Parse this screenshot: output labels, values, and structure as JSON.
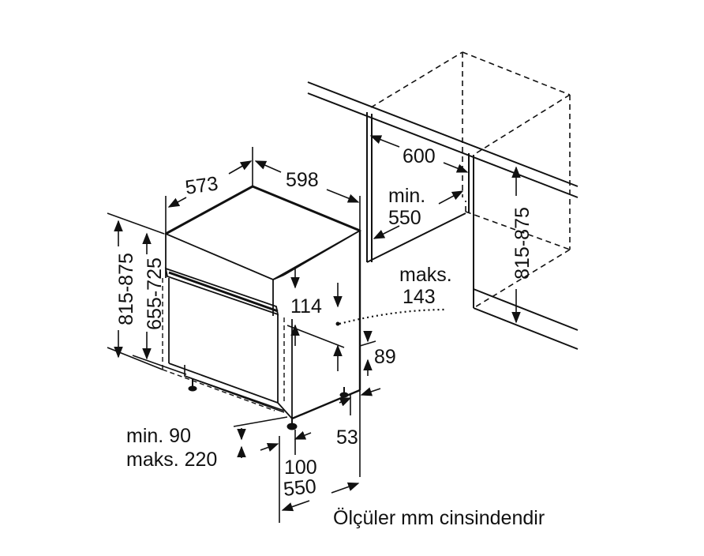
{
  "labels": {
    "w573": "573",
    "w598": "598",
    "w600": "600",
    "min": "min.",
    "v550": "550",
    "h815": "815-875",
    "h655": "655-725",
    "h815r": "815-875",
    "maks": "maks.",
    "v143": "143",
    "v114": "114",
    "v89": "89",
    "v53": "53",
    "min90": "min. 90",
    "maks220": "maks. 220",
    "v100": "100",
    "bottom550": "550",
    "note": "Ölçüler mm cinsindendir"
  }
}
